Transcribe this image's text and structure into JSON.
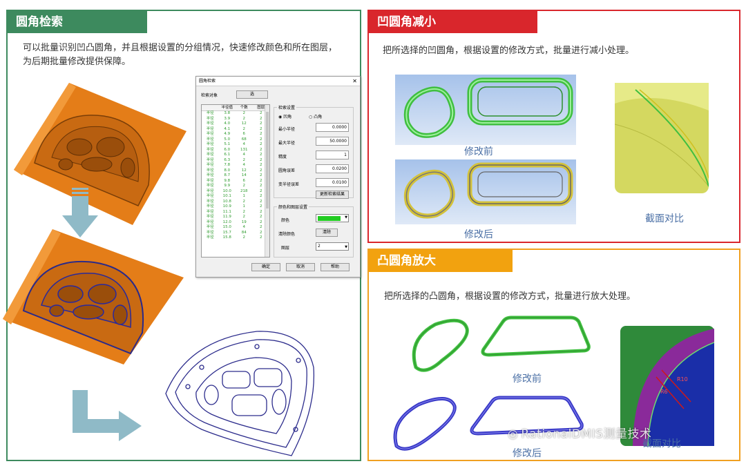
{
  "left_panel": {
    "title": "圆角检索",
    "description": "可以批量识别凹凸圆角，并且根据设置的分组情况，快速修改颜色和所在图层，为后期批量修改提供保障。"
  },
  "dialog": {
    "title": "圆角检索",
    "search_object_label": "检索对象",
    "select_button": "选",
    "table_headers": [
      "",
      "半径值",
      "个数",
      "图层"
    ],
    "table_rows": [
      [
        "半径",
        "3.8",
        "2",
        "2"
      ],
      [
        "半径",
        "3.9",
        "2",
        "2"
      ],
      [
        "半径",
        "4.0",
        "12",
        "2"
      ],
      [
        "半径",
        "4.1",
        "2",
        "2"
      ],
      [
        "半径",
        "4.9",
        "6",
        "2"
      ],
      [
        "半径",
        "5.0",
        "68",
        "2"
      ],
      [
        "半径",
        "5.1",
        "4",
        "2"
      ],
      [
        "半径",
        "6.0",
        "131",
        "2"
      ],
      [
        "半径",
        "6.1",
        "4",
        "2"
      ],
      [
        "半径",
        "6.3",
        "2",
        "2"
      ],
      [
        "半径",
        "7.8",
        "4",
        "2"
      ],
      [
        "半径",
        "8.0",
        "12",
        "2"
      ],
      [
        "半径",
        "8.7",
        "14",
        "2"
      ],
      [
        "半径",
        "9.8",
        "6",
        "2"
      ],
      [
        "半径",
        "9.9",
        "2",
        "2"
      ],
      [
        "半径",
        "10.0",
        "218",
        "2"
      ],
      [
        "半径",
        "10.1",
        "1",
        "2"
      ],
      [
        "半径",
        "10.8",
        "2",
        "2"
      ],
      [
        "半径",
        "10.9",
        "1",
        "2"
      ],
      [
        "半径",
        "11.1",
        "2",
        "2"
      ],
      [
        "半径",
        "11.9",
        "2",
        "2"
      ],
      [
        "半径",
        "12.0",
        "19",
        "2"
      ],
      [
        "半径",
        "15.0",
        "4",
        "2"
      ],
      [
        "半径",
        "15.7",
        "84",
        "2"
      ],
      [
        "半径",
        "15.8",
        "2",
        "2"
      ]
    ],
    "search_settings_title": "检索设置",
    "radio_concave": "凹角",
    "radio_convex": "凸角",
    "min_radius_label": "最小半径",
    "min_radius_value": "0.0000",
    "max_radius_label": "最大半径",
    "max_radius_value": "50.0000",
    "precision_label": "精度",
    "precision_value": "1",
    "fillet_tolerance_label": "圆角误差",
    "fillet_tolerance_value": "0.0200",
    "variable_radius_label": "变半径误差",
    "variable_radius_value": "0.0100",
    "update_button": "更新检索结果",
    "color_layer_title": "颜色和图层设置",
    "color_label": "颜色",
    "color_value": "#22cc22",
    "clear_color_label": "清除颜色",
    "clear_button": "清除",
    "layer_label": "图层",
    "layer_value": "2",
    "ok_button": "确定",
    "cancel_button": "取消",
    "help_button": "帮助"
  },
  "top_right_panel": {
    "title": "凹圆角减小",
    "description": "把所选择的凹圆角，根据设置的修改方式，批量进行减小处理。",
    "caption_before": "修改前",
    "caption_after": "修改后",
    "caption_section": "截面对比"
  },
  "bottom_right_panel": {
    "title": "凸圆角放大",
    "description": "把所选择的凸圆角，根据设置的修改方式，批量进行放大处理。",
    "caption_before": "修改前",
    "caption_after": "修改后",
    "caption_section": "截面对比",
    "label_r10": "R10",
    "label_r6": "R6"
  },
  "watermark": "RationalDMIS测量技术",
  "colors": {
    "green_header": "#3d8a5e",
    "red_header": "#d9262c",
    "orange_header": "#f2a20f",
    "orange_surface": "#e8801a",
    "fillet_green": "#3fbf3f",
    "fillet_yellow": "#e6e040",
    "fillet_blue": "#3a3ac8"
  }
}
